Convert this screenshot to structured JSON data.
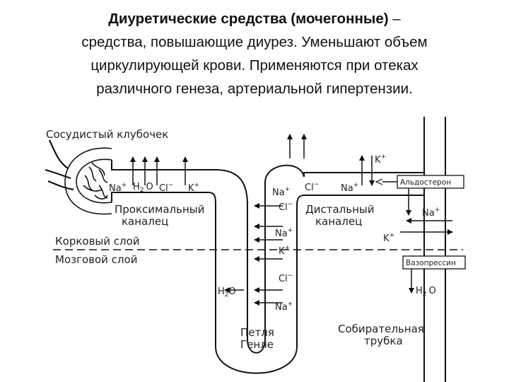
{
  "heading": {
    "term": "Диуретические средства (мочегонные)",
    "rest_line1": " –",
    "line2": "средства, повышающие диурез. Уменьшают объем",
    "line3": "циркулирующей крови. Применяются при отеках",
    "line4": "различного генеза, артериальной гипертензии."
  },
  "labels": {
    "glomerulus": "Сосудистый клубочек",
    "proximal_1": "Проксимальный",
    "proximal_2": "каналец",
    "distal_1": "Дистальный",
    "distal_2": "каналец",
    "cortex": "Корковый слой",
    "medulla": "Мозговой слой",
    "loop_1": "Петля",
    "loop_2": "Генле",
    "collecting_1": "Собирательная",
    "collecting_2": "трубка"
  },
  "hormones": {
    "aldosterone": "Альдостерон",
    "vasopressin": "Вазопрессин"
  },
  "ions": {
    "na": "Na",
    "cl": "Cl",
    "k": "K",
    "h2o_h": "H",
    "h2o_sub": "2",
    "h2o_o": "O",
    "plus": "+",
    "minus": "−"
  }
}
